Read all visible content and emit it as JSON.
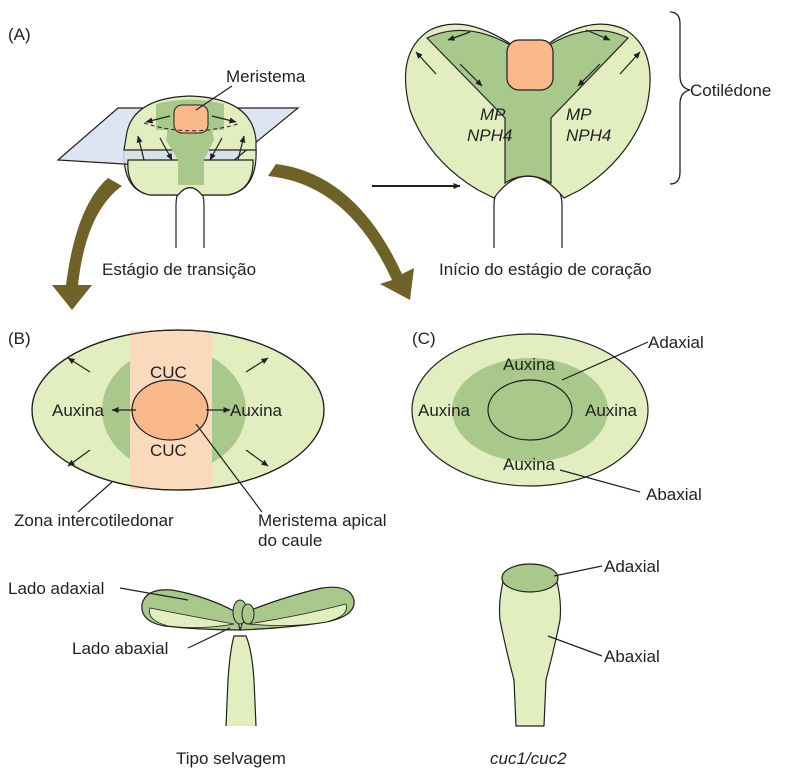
{
  "panels": {
    "a": "(A)",
    "b": "(B)",
    "c": "(C)"
  },
  "panel_a": {
    "meristem": "Meristema",
    "cotyledon": "Cotilédone",
    "transition": "Estágio de transição",
    "heart_start": "Início do estágio de coração",
    "gene_mp": "MP",
    "gene_nph4": "NPH4"
  },
  "panel_b": {
    "cuc": "CUC",
    "auxin": "Auxina",
    "inter_zone": "Zona intercotiledonar",
    "sam_line1": "Meristema apical",
    "sam_line2": "do caule"
  },
  "panel_c": {
    "auxin": "Auxina",
    "adaxial": "Adaxial",
    "abaxial": "Abaxial"
  },
  "bottom": {
    "adaxial_side": "Lado adaxial",
    "abaxial_side": "Lado abaxial",
    "wild_type": "Tipo selvagem",
    "mutant": "cuc1/cuc2",
    "adaxial": "Adaxial",
    "abaxial": "Abaxial"
  },
  "colors": {
    "light_green": "#e2eebf",
    "mid_green": "#a8c98b",
    "orange": "#f9b98a",
    "peach": "#fbd9bd",
    "olive_arrow": "#6e6228",
    "plane": "#d6e0ee"
  }
}
